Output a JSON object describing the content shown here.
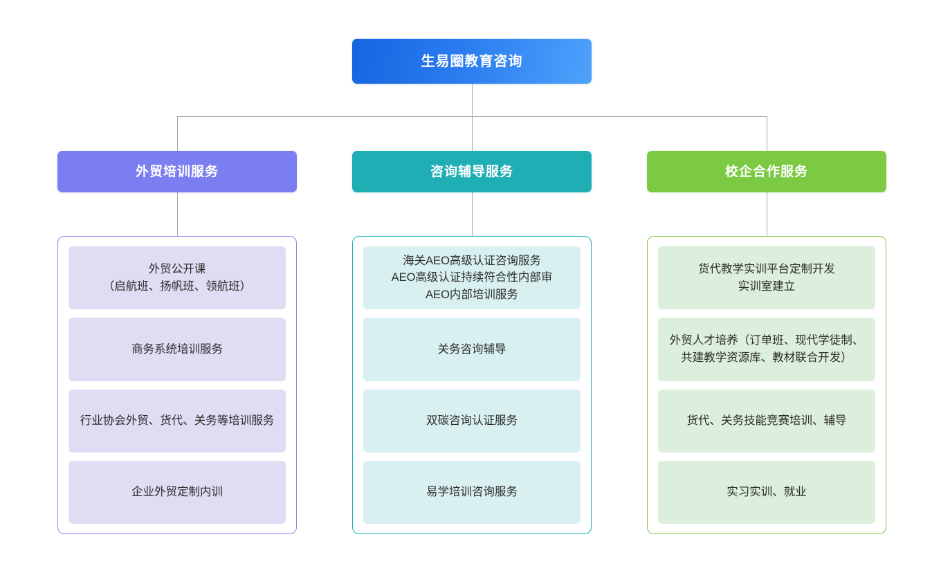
{
  "diagram": {
    "type": "organizational-tree",
    "background_color": "#ffffff",
    "root": {
      "label": "生易圈教育咨询",
      "color": "#2a7cef",
      "gradient_from": "#1565e0",
      "gradient_to": "#4ea2fb",
      "text_color": "#ffffff"
    },
    "connector_color": "#9aa7b1",
    "branches": [
      {
        "id": "trade-training",
        "label": "外贸培训服务",
        "header_color": "#7b7ef0",
        "box_border_color": "#8486ef",
        "card_color": "#e0dcf4",
        "items": [
          {
            "label": "外贸公开课\n（启航班、扬帆班、领航班）"
          },
          {
            "label": "商务系统培训服务"
          },
          {
            "label": "行业协会外贸、货代、关务等培训服务"
          },
          {
            "label": "企业外贸定制内训"
          }
        ]
      },
      {
        "id": "consulting-tutoring",
        "label": "咨询辅导服务",
        "header_color": "#1eaeb4",
        "box_border_color": "#1eaeb4",
        "card_color": "#d8f0f0",
        "items": [
          {
            "label": "海关AEO高级认证咨询服务\nAEO高级认证持续符合性内部审\nAEO内部培训服务"
          },
          {
            "label": "关务咨询辅导"
          },
          {
            "label": "双碳咨询认证服务"
          },
          {
            "label": "易学培训咨询服务"
          }
        ]
      },
      {
        "id": "school-enterprise-coop",
        "label": "校企合作服务",
        "header_color": "#7cc943",
        "box_border_color": "#7cc943",
        "card_color": "#dcefdc",
        "items": [
          {
            "label": "货代教学实训平台定制开发\n实训室建立"
          },
          {
            "label": "外贸人才培养（订单班、现代学徒制、共建教学资源库、教材联合开发）"
          },
          {
            "label": "货代、关务技能竞赛培训、辅导"
          },
          {
            "label": "实习实训、就业"
          }
        ]
      }
    ]
  }
}
